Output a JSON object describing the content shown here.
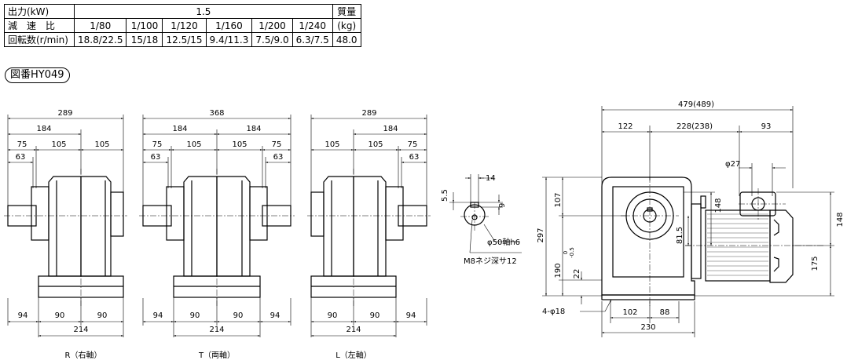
{
  "spec_table": {
    "output_label": "出力(kW)",
    "output_value": "1.5",
    "mass_label": "質量",
    "ratio_label": "減　速　比",
    "ratios": [
      "1/80",
      "1/100",
      "1/120",
      "1/160",
      "1/200",
      "1/240"
    ],
    "mass_unit": "(kg)",
    "speed_label": "回転数(r/min)",
    "speeds": [
      "18.8/22.5",
      "15/18",
      "12.5/15",
      "9.4/11.3",
      "7.5/9.0",
      "6.3/7.5"
    ],
    "mass_value": "48.0"
  },
  "drawing_no": "図番HY049",
  "views": {
    "r": {
      "caption": "R（右軸）",
      "dims": {
        "total": "289",
        "d184": "184",
        "d75": "75",
        "d105a": "105",
        "d105b": "105",
        "d63": "63",
        "b94": "94",
        "b90a": "90",
        "b90b": "90",
        "b214": "214"
      }
    },
    "t": {
      "caption": "T（両軸）",
      "dims": {
        "total": "368",
        "d184a": "184",
        "d184b": "184",
        "d75a": "75",
        "d105a": "105",
        "d105b": "105",
        "d75b": "75",
        "d63a": "63",
        "d63b": "63",
        "b94a": "94",
        "b90a": "90",
        "b90b": "90",
        "b94b": "94",
        "b214": "214"
      }
    },
    "l": {
      "caption": "L（左軸）",
      "dims": {
        "total": "289",
        "d184": "184",
        "d105a": "105",
        "d105b": "105",
        "d75": "75",
        "d63": "63",
        "b90a": "90",
        "b90b": "90",
        "b94": "94",
        "b214": "214"
      }
    },
    "shaft": {
      "d14": "14",
      "d55": "5.5",
      "d9": "9",
      "dia": "φ50軸h6",
      "tap": "M8ネジ深サ12"
    },
    "side": {
      "total": "479(489)",
      "d122": "122",
      "d228": "228(238)",
      "d93": "93",
      "d27": "φ27",
      "d107": "107",
      "d148a": "148",
      "d297": "297",
      "d815": "81.5",
      "d190": "190",
      "tol_top": "0",
      "tol_bot": "-0.5",
      "d22": "22",
      "d148b": "148",
      "d175": "175",
      "holes": "4-φ18",
      "b102": "102",
      "b88": "88",
      "b230": "230"
    }
  }
}
